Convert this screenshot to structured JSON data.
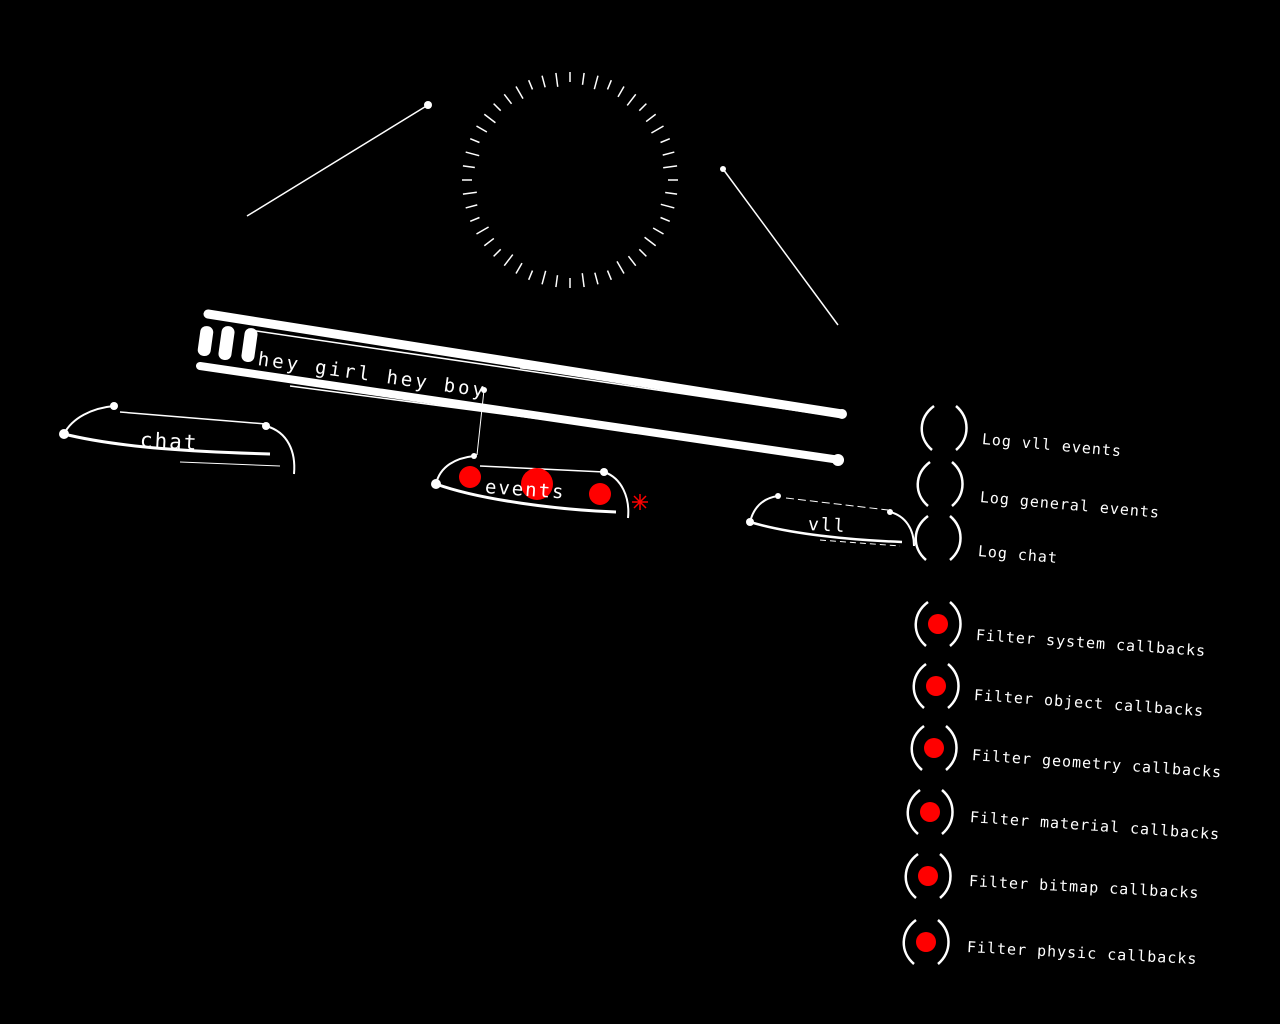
{
  "tabs": {
    "chat": "chat",
    "events": "events",
    "all": "vll"
  },
  "input": {
    "text": "hey girl  hey boy"
  },
  "log_options": [
    {
      "label": "Log vll events",
      "checked": false
    },
    {
      "label": "Log general events",
      "checked": false
    },
    {
      "label": "Log chat",
      "checked": false
    }
  ],
  "filter_options": [
    {
      "label": "Filter system callbacks",
      "checked": true
    },
    {
      "label": "Filter object callbacks",
      "checked": true
    },
    {
      "label": "Filter geometry callbacks",
      "checked": true
    },
    {
      "label": "Filter material callbacks",
      "checked": true
    },
    {
      "label": "Filter bitmap callbacks",
      "checked": true
    },
    {
      "label": "Filter physic callbacks",
      "checked": true
    }
  ],
  "colors": {
    "background": "#000000",
    "foreground": "#ffffff",
    "accent": "#ff0000"
  },
  "icons": {
    "spinner": "dial-ring-icon",
    "send": "triple-capsule-icon",
    "sparkle": "sparkle-icon"
  }
}
